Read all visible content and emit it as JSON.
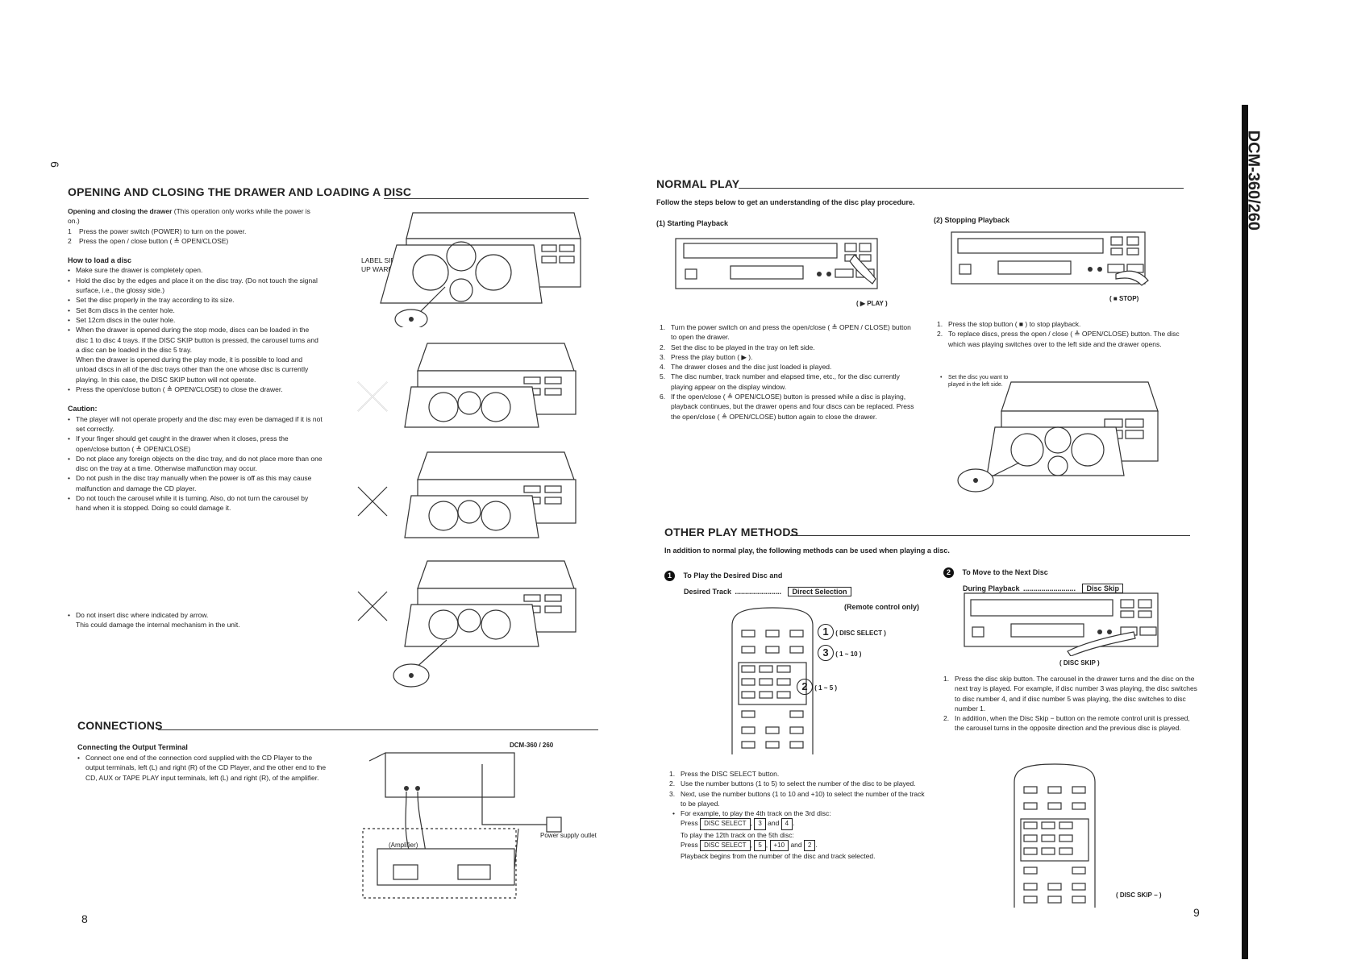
{
  "page_left": {
    "page_number": "8",
    "side_number": "6",
    "opening": {
      "heading": "OPENING AND CLOSING THE DRAWER AND LOADING A DISC",
      "lead_bold": "Opening and closing the drawer",
      "lead_rest": " (This operation only works while the power is on.)",
      "steps": [
        {
          "n": "1",
          "text": "Press the power switch (POWER) to turn on the power."
        },
        {
          "n": "2",
          "text": "Press the open / close button ( ≜ OPEN/CLOSE)"
        }
      ],
      "load_title": "How to load a disc",
      "load_items": [
        "Make sure the drawer is completely open.",
        "Hold the disc by the edges and place it on the disc tray. (Do not touch the signal surface, i.e., the glossy side.)",
        "Set the disc properly in the tray according to its size.",
        "When the drawer is opened during the stop mode, discs can be loaded in the disc 1 to disc 4 trays. If the DISC SKIP button is pressed, the carousel turns and a disc can be loaded in the disc 5 tray.",
        "Press the open/close button ( ≜ OPEN/CLOSE) to close the drawer."
      ],
      "size_lines": [
        "Set 8cm discs in the center hole.",
        "Set 12cm discs in the outer hole."
      ],
      "play_mode_note": "When the drawer is opened during the play mode, it is possible to load and unload discs in all of the disc trays other than the one whose disc is currently playing. In this case, the DISC SKIP button will not operate.",
      "caution_title": "Caution:",
      "caution_items": [
        "The player will not operate properly and the disc may even be damaged if it is not set correctly.",
        "If your finger should get caught in the drawer when it closes, press the open/close button ( ≜ OPEN/CLOSE)",
        "Do not place any foreign objects on the disc tray, and do not place more than one disc on the tray at a time. Otherwise malfunction may occur.",
        "Do not push in the disc tray manually when the power is off as this may cause malfunction and damage the CD player.",
        "Do not touch the carousel while it is turning. Also, do not turn the carousel by hand when it is stopped. Doing so could damage it."
      ],
      "insert_note": "Do not insert disc where indicated by arrow.",
      "insert_note2": "This could damage the internal mechanism in the unit.",
      "label_side": "LABEL SIDE UP WARD"
    },
    "connections": {
      "heading": "CONNECTIONS",
      "sub": "Connecting the Output Terminal",
      "item": "Connect one end of the connection cord supplied with the CD Player to the output terminals, left (L) and right (R) of the CD Player, and the other end to the CD, AUX or TAPE PLAY input terminals, left (L) and right (R), of the amplifier.",
      "model_label": "DCM-360 / 260",
      "amp_label": "(Amplifier)",
      "power_label": "Power supply outlet"
    }
  },
  "page_right": {
    "page_number": "9",
    "model_tab": "DCM-360/260",
    "normal_play": {
      "heading": "NORMAL PLAY",
      "intro": "Follow the steps below to get an understanding of the disc play procedure.",
      "start_title": "(1)   Starting Playback",
      "stop_title": "(2)   Stopping Playback",
      "play_caption": "( ▶ PLAY )",
      "stop_caption": "( ■ STOP)",
      "start_steps": [
        {
          "n": "1.",
          "text": "Turn the power switch on and press the open/close ( ≜ OPEN / CLOSE) button to open the drawer."
        },
        {
          "n": "2.",
          "text": "Set the disc to be played in the tray on left side."
        },
        {
          "n": "3.",
          "text": "Press the play button ( ▶ )."
        },
        {
          "n": "4.",
          "text": "The drawer closes and the disc just loaded is played."
        },
        {
          "n": "5.",
          "text": "The disc number, track number and elapsed time, etc., for the disc currently playing appear on the display window."
        },
        {
          "n": "6.",
          "text": "If the open/close ( ≜ OPEN/CLOSE) button is pressed while a disc is playing, playback continues, but the drawer opens and four discs can be replaced. Press the open/close ( ≜ OPEN/CLOSE) button again to close the drawer."
        }
      ],
      "stop_steps": [
        {
          "n": "1.",
          "text": "Press the stop button ( ■ ) to stop playback."
        },
        {
          "n": "2.",
          "text": "To replace discs, press the open / close ( ≜ OPEN/CLOSE) button. The disc which was playing switches over to the left side and the drawer opens."
        }
      ],
      "set_note": "Set the disc you want to played in the left side."
    },
    "other": {
      "heading": "OTHER PLAY METHODS",
      "intro": "In addition to normal play, the following methods can be used when playing a disc.",
      "m1_num": "1",
      "m1_title_a": "To Play the Desired Disc and",
      "m1_title_b": "Desired Track",
      "m1_dots": ".......................",
      "m1_box": "Direct Selection",
      "m1_remote": "(Remote control only)",
      "callouts": [
        {
          "num": "1",
          "label": "( DISC SELECT )"
        },
        {
          "num": "3",
          "label": "( 1 ~ 10 )"
        },
        {
          "num": "2",
          "label": "( 1 ~ 5 )"
        }
      ],
      "m1_steps": [
        {
          "n": "1.",
          "text": "Press the DISC SELECT button."
        },
        {
          "n": "2.",
          "text": "Use the number buttons (1 to 5) to select the number of the disc to be played."
        },
        {
          "n": "3.",
          "text": "Next, use the number buttons (1 to 10 and +10) to select the number of the track to be played."
        }
      ],
      "example_intro": "For example, to play the 4th track on the 3rd disc:",
      "ex1_press": "Press",
      "ex1_keys": [
        "DISC SELECT",
        "3",
        "4"
      ],
      "ex2_intro": "To play the 12th track on the 5th disc:",
      "ex2_press": "Press",
      "ex2_keys": [
        "DISC SELECT",
        "5",
        "+10",
        "2"
      ],
      "ex_tail": "Playback begins from the number of the disc and track selected.",
      "m2_num": "2",
      "m2_title_a": "To Move to the Next Disc",
      "m2_title_b": "During Playback",
      "m2_dots": "..........................",
      "m2_box": "Disc Skip",
      "skip_caption": "( DISC SKIP )",
      "m2_steps": [
        {
          "n": "1.",
          "text": "Press the disc skip button. The carousel in the drawer turns and the disc on the next tray is played. For example, if disc number 3 was playing, the disc switches to disc number 4, and if disc number 5 was playing, the disc switches to disc number 1."
        },
        {
          "n": "2.",
          "text": "In addition, when the Disc Skip − button on the remote control unit is pressed, the carousel turns in the opposite direction and the previous disc is played."
        }
      ],
      "skip_minus_caption": "( DISC SKIP − )"
    }
  }
}
